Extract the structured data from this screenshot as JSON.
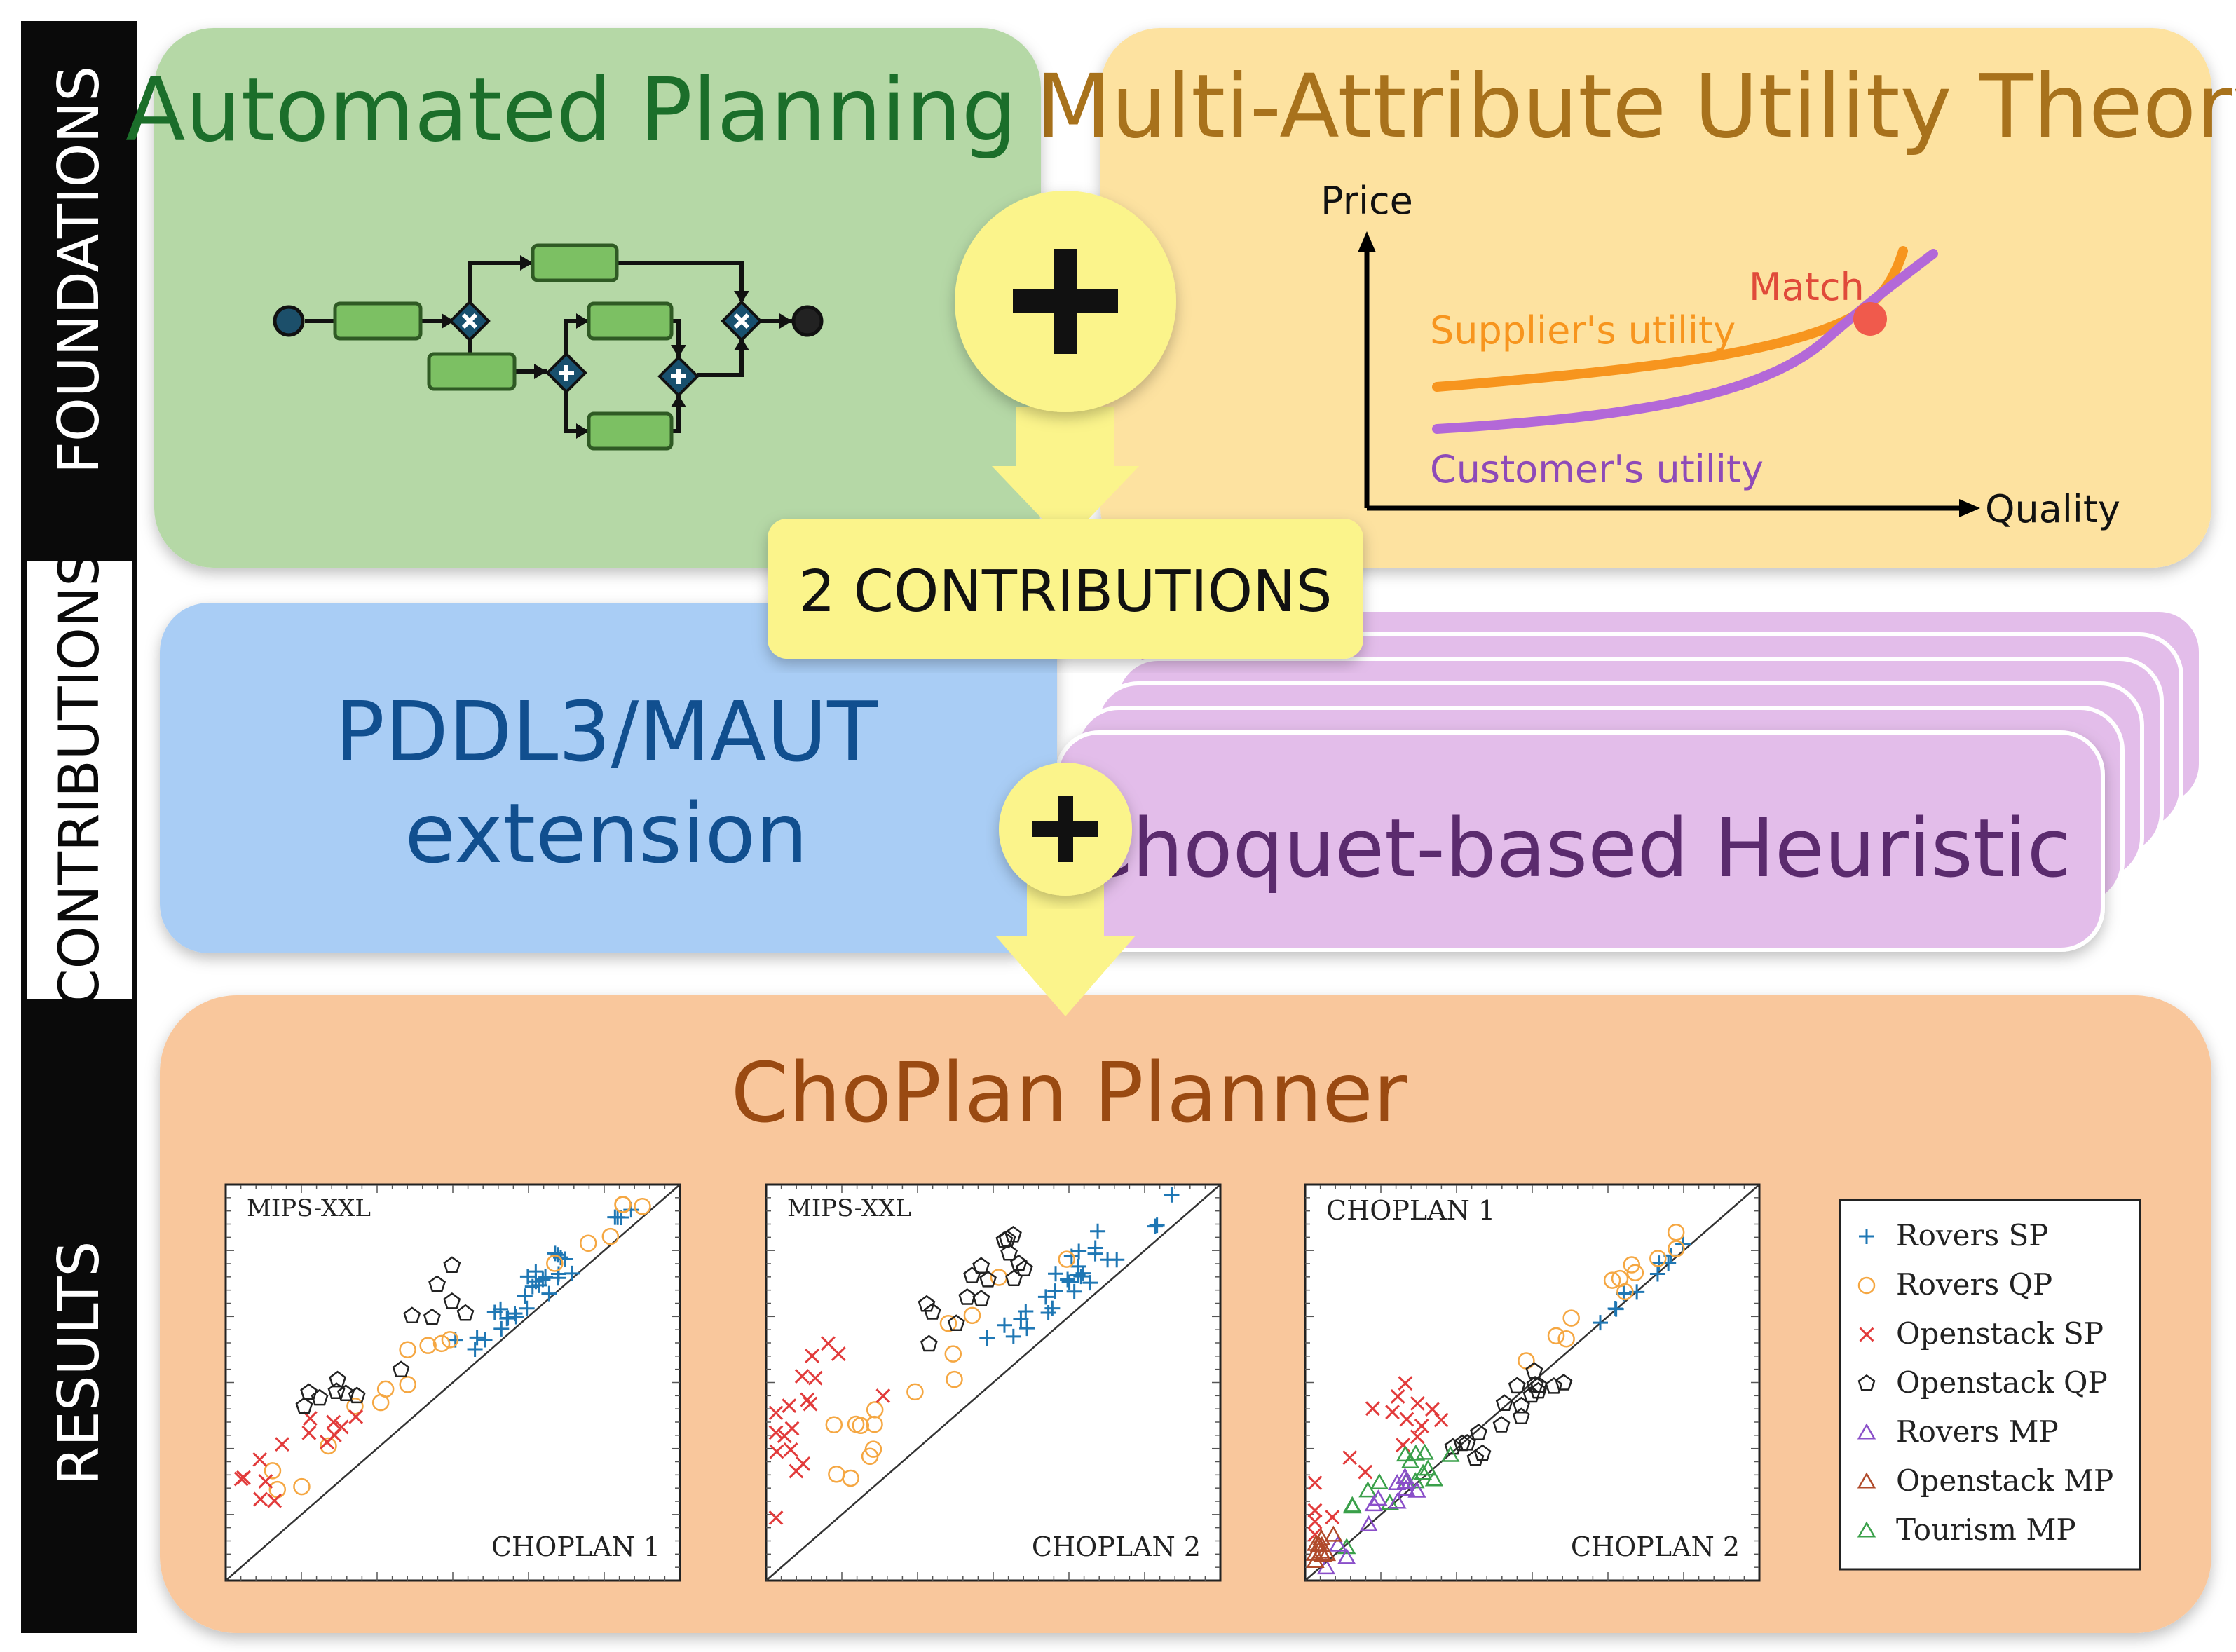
{
  "side_labels": {
    "foundations": "FOUNDATIONS",
    "contributions": "CONTRIBUTIONS",
    "results": "RESULTS"
  },
  "foundations": {
    "left_title": "Automated Planning",
    "right_title": "Multi-Attribute Utility Theory",
    "plus": "+",
    "utility_chart": {
      "y_axis": "Price",
      "x_axis": "Quality",
      "supplier": "Supplier's utility",
      "customer": "Customer's utility",
      "match": "Match"
    }
  },
  "contributions_banner": "2 CONTRIBUTIONS",
  "contributions": {
    "left_line1": "PDDL3/MAUT",
    "left_line2": "extension",
    "plus": "+",
    "right_title": "Choquet-based Heuristic"
  },
  "results": {
    "title": "ChoPlan Planner",
    "plots": [
      {
        "top_label": "MIPS-XXL",
        "bottom_label": "CHOPLAN 1"
      },
      {
        "top_label": "MIPS-XXL",
        "bottom_label": "CHOPLAN 2"
      },
      {
        "top_label": "CHOPLAN 1",
        "bottom_label": "CHOPLAN 2"
      }
    ],
    "legend": [
      {
        "label": "Rovers SP",
        "marker": "plus",
        "color": "#1f77b4"
      },
      {
        "label": "Rovers QP",
        "marker": "circle",
        "color": "#f5a742"
      },
      {
        "label": "Openstack SP",
        "marker": "cross",
        "color": "#e23b3b"
      },
      {
        "label": "Openstack QP",
        "marker": "pentagon",
        "color": "#222222"
      },
      {
        "label": "Rovers MP",
        "marker": "triangle",
        "color": "#8a4fc9"
      },
      {
        "label": "Openstack MP",
        "marker": "triangle",
        "color": "#b04a2a"
      },
      {
        "label": "Tourism MP",
        "marker": "triangle",
        "color": "#3aa04a"
      }
    ]
  },
  "colors": {
    "planning_panel": "#b5d8a6",
    "maut_panel": "#fde2a0",
    "pddl_panel": "#a9cdf5",
    "choquet_panel": "#e3bdea",
    "results_panel": "#f9c79c",
    "yellow": "#fbf48b",
    "planning_text": "#1b6e2a",
    "maut_text": "#a8721c",
    "pddl_text": "#114f8f",
    "choquet_text": "#5b2b6e",
    "results_text": "#9a4a12",
    "supplier": "#f7951e",
    "customer": "#b368d8"
  }
}
